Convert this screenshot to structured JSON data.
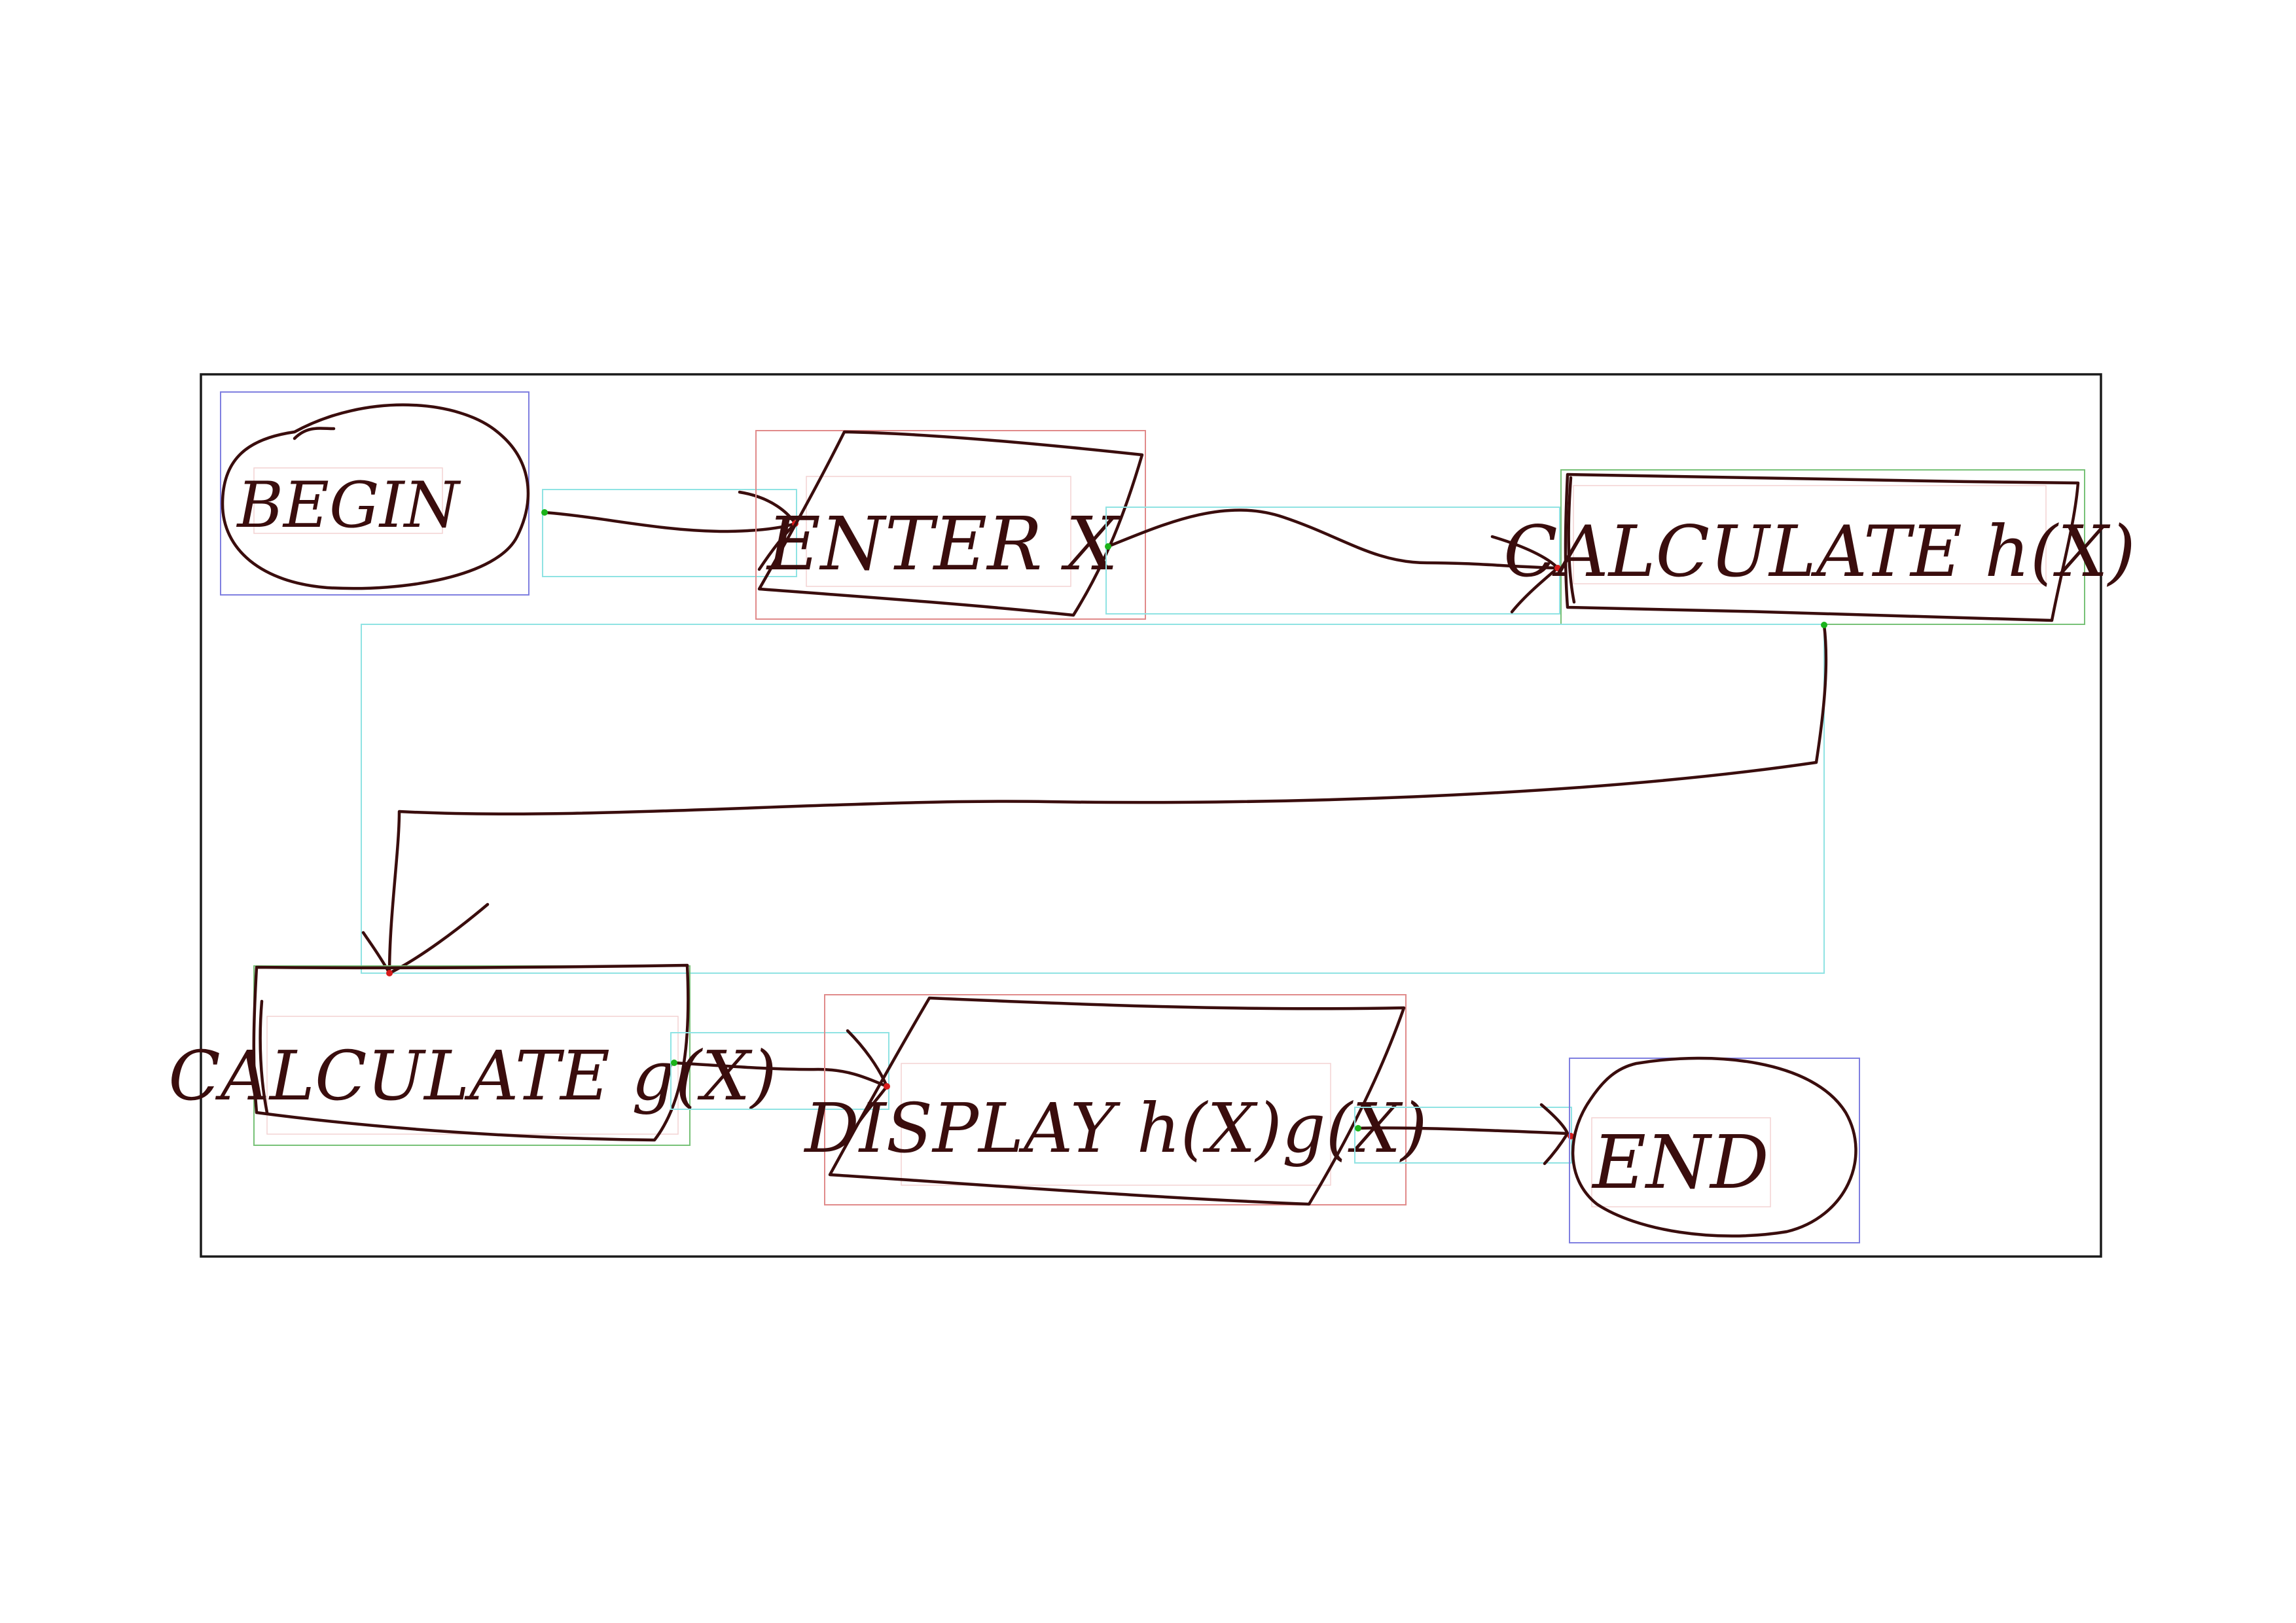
{
  "nodes": {
    "begin": {
      "label": "BEGIN",
      "shape": "terminal"
    },
    "enter": {
      "label": "ENTER X",
      "shape": "data"
    },
    "calc_h": {
      "label": "CALCULATE h(X)",
      "shape": "process"
    },
    "calc_g": {
      "label": "CALCULATE g(X)",
      "shape": "process"
    },
    "display": {
      "label": "DISPLAY h(X)g(X)",
      "shape": "data"
    },
    "end": {
      "label": "END",
      "shape": "terminal"
    }
  },
  "edges": [
    {
      "from": "begin",
      "to": "enter"
    },
    {
      "from": "enter",
      "to": "calc_h"
    },
    {
      "from": "calc_h",
      "to": "calc_g"
    },
    {
      "from": "calc_g",
      "to": "display"
    },
    {
      "from": "display",
      "to": "end"
    }
  ],
  "colors": {
    "ink": "#3a0d0d",
    "terminal_box": "#7f7fe0",
    "data_box": "#e08a8a",
    "process_box": "#77c177",
    "arrow_box": "#8fe3e3",
    "text_box": "#f3d2d2",
    "start_point": "#1bb31b",
    "end_point": "#d61c1c"
  }
}
